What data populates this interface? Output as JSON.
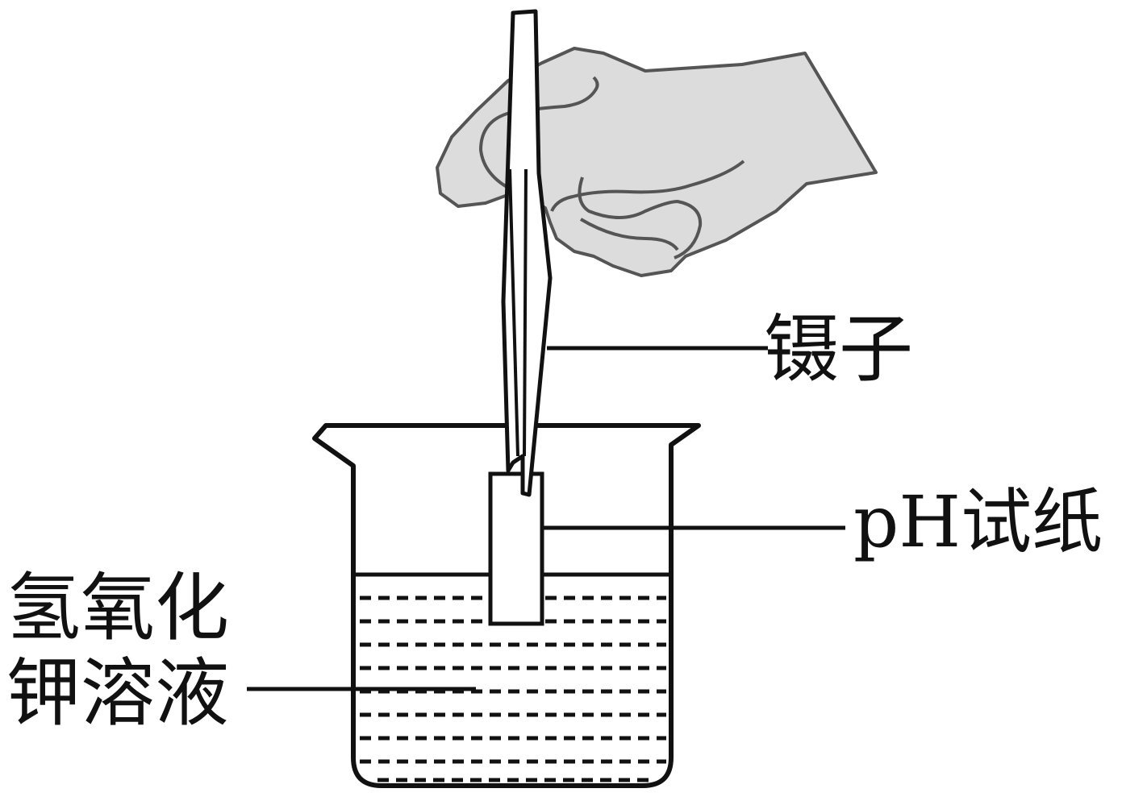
{
  "labels": {
    "tweezers": "镊子",
    "ph_paper": "pH试纸",
    "solution_line1": "氢氧化",
    "solution_line2": "钾溶液"
  },
  "colors": {
    "stroke": "#111111",
    "hand_fill": "#dcdcdc",
    "hand_stroke": "#555555"
  }
}
